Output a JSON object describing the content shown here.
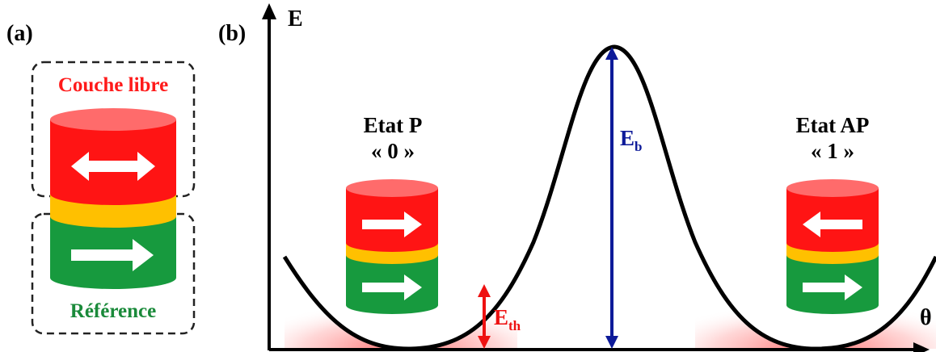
{
  "panel_a": {
    "label": "(a)",
    "top_layer_label": "Couche libre",
    "bottom_layer_label": "Référence"
  },
  "panel_b": {
    "label": "(b)",
    "y_axis_label": "E",
    "x_axis_label": "θ",
    "left_state": {
      "title": "Etat P",
      "value": "« 0 »"
    },
    "right_state": {
      "title": "Etat AP",
      "value": "« 1 »"
    },
    "barrier_label_main": "E",
    "barrier_label_sub": "b",
    "thermal_label_main": "E",
    "thermal_label_sub": "th"
  },
  "colors": {
    "free_layer": "#ff1a1a",
    "free_layer_top": "#ff6b6b",
    "spacer": "#ffc000",
    "reference_layer": "#179a3e",
    "reference_label": "#1a8a3a",
    "free_label": "#ff1a1a",
    "barrier_arrow": "#0d1a99",
    "thermal_arrow": "#ee1111",
    "axis": "#000000"
  }
}
